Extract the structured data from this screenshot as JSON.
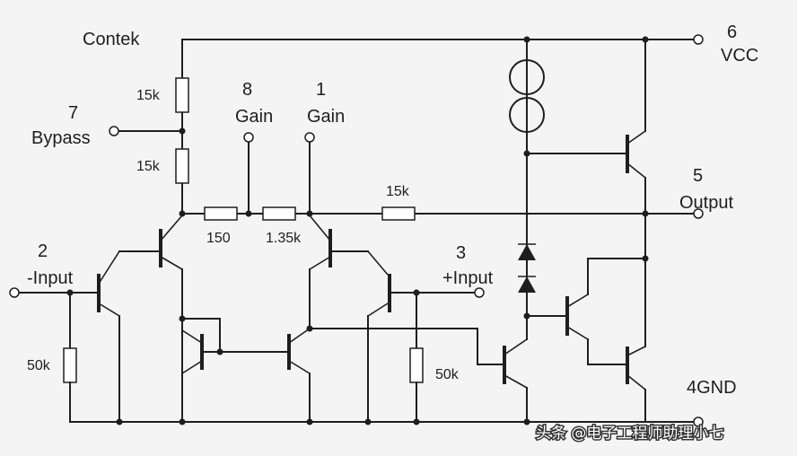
{
  "labels": {
    "brand": "Contek",
    "vcc_num": "6",
    "vcc_name": "VCC",
    "bypass_num": "7",
    "bypass_name": "Bypass",
    "gain8_num": "8",
    "gain8_name": "Gain",
    "gain1_num": "1",
    "gain1_name": "Gain",
    "output_num": "5",
    "output_name": "Output",
    "ninput_num": "2",
    "ninput_name": "-Input",
    "pinput_num": "3",
    "pinput_name": "+Input",
    "gnd": "4GND"
  },
  "components": {
    "r_top": "15k",
    "r_bypass": "15k",
    "r_150": "150",
    "r_135": "1.35k",
    "r_feedback": "15k",
    "r_neg_in": "50k",
    "r_pos_in": "50k"
  },
  "watermark": "头条 @电子工程师助理小七"
}
